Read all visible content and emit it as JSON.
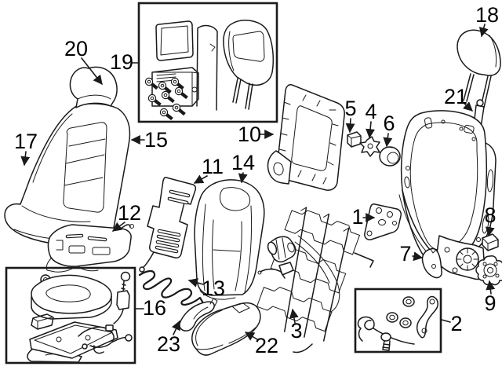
{
  "diagram": {
    "background_color": "#ffffff",
    "line_color": "#1a1a1a",
    "callouts": [
      {
        "text": "1"
      },
      {
        "text": "2"
      },
      {
        "text": "3"
      },
      {
        "text": "4"
      },
      {
        "text": "5"
      },
      {
        "text": "6"
      },
      {
        "text": "7"
      },
      {
        "text": "8"
      },
      {
        "text": "9"
      },
      {
        "text": "10"
      },
      {
        "text": "11"
      },
      {
        "text": "12"
      },
      {
        "text": "13"
      },
      {
        "text": "14"
      },
      {
        "text": "15"
      },
      {
        "text": "16"
      },
      {
        "text": "17"
      },
      {
        "text": "18"
      },
      {
        "text": "19"
      },
      {
        "text": "20"
      },
      {
        "text": "21"
      },
      {
        "text": "22"
      },
      {
        "text": "23"
      }
    ]
  }
}
